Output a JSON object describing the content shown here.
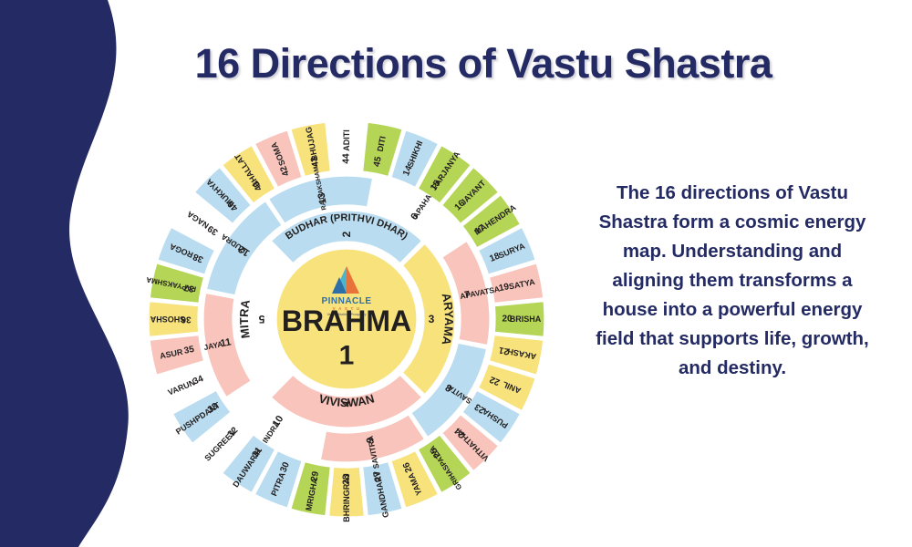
{
  "title": "16 Directions of Vastu Shastra",
  "side_text": "The 16 directions of Vastu Shastra form a cosmic energy map. Understanding and aligning them transforms a house into a powerful energy field that supports life, growth, and destiny.",
  "colors": {
    "navy": "#242a63",
    "yellow": "#f7e27c",
    "blue": "#b9dcf0",
    "pink": "#f8c4bb",
    "green": "#b5d557",
    "white": "#ffffff",
    "text": "#221f1f",
    "page_bg": "#ffffff"
  },
  "logo": {
    "name": "PINNACLE",
    "sub": "V A S T U",
    "tagline": "Vastu, Wealth & Prosperity"
  },
  "chakra": {
    "center": {
      "name": "BRAHMA",
      "number": "1",
      "color": "#f7e27c"
    },
    "ring1": [
      {
        "number": "2",
        "name": "BUDHAR (PRITHVI DHAR)",
        "color": "#b9dcf0"
      },
      {
        "number": "3",
        "name": "ARYAMA",
        "color": "#f7e27c"
      },
      {
        "number": "4",
        "name": "VIVISWAN",
        "color": "#f8c4bb"
      },
      {
        "number": "5",
        "name": "MITRA",
        "color": "#ffffff"
      }
    ],
    "ring2": [
      {
        "number": "6",
        "name": "APAHA",
        "color": "#ffffff"
      },
      {
        "number": "7",
        "name": "APAVATSA",
        "color": "#f8c4bb"
      },
      {
        "number": "8",
        "name": "SAVITA",
        "color": "#b9dcf0"
      },
      {
        "number": "9",
        "name": "SAVITRA",
        "color": "#f8c4bb"
      },
      {
        "number": "10",
        "name": "INDRA",
        "color": "#ffffff"
      },
      {
        "number": "11",
        "name": "JAYA",
        "color": "#f8c4bb"
      },
      {
        "number": "12",
        "name": "RUDRA",
        "color": "#b9dcf0"
      },
      {
        "number": "13",
        "name": "RAJYAKSHAMA",
        "color": "#b9dcf0"
      }
    ],
    "ring3": [
      {
        "number": "14",
        "name": "SHIKHI",
        "color": "#b9dcf0"
      },
      {
        "number": "15",
        "name": "PARJANYA",
        "color": "#b5d557"
      },
      {
        "number": "16",
        "name": "JAYANT",
        "color": "#b5d557"
      },
      {
        "number": "17",
        "name": "MAHENDRA",
        "color": "#b5d557"
      },
      {
        "number": "18",
        "name": "SURYA",
        "color": "#b9dcf0"
      },
      {
        "number": "19",
        "name": "SATYA",
        "color": "#f8c4bb"
      },
      {
        "number": "20",
        "name": "BRISHA",
        "color": "#b5d557"
      },
      {
        "number": "21",
        "name": "AKASH",
        "color": "#f7e27c"
      },
      {
        "number": "22",
        "name": "ANIL",
        "color": "#f7e27c"
      },
      {
        "number": "23",
        "name": "PUSHA",
        "color": "#b9dcf0"
      },
      {
        "number": "24",
        "name": "VITHATHA",
        "color": "#f8c4bb"
      },
      {
        "number": "25",
        "name": "GRIHASPATYA",
        "color": "#b5d557"
      },
      {
        "number": "26",
        "name": "YAMA",
        "color": "#f7e27c"
      },
      {
        "number": "27",
        "name": "GANDHARV",
        "color": "#b9dcf0"
      },
      {
        "number": "28",
        "name": "BHRINGRAJ",
        "color": "#f7e27c"
      },
      {
        "number": "29",
        "name": "MRIGHA",
        "color": "#b5d557"
      },
      {
        "number": "30",
        "name": "PITRA",
        "color": "#b9dcf0"
      },
      {
        "number": "31",
        "name": "DAUWARIK",
        "color": "#b9dcf0"
      },
      {
        "number": "32",
        "name": "SUGREEV",
        "color": "#ffffff"
      },
      {
        "number": "33",
        "name": "PUSHPDANT",
        "color": "#b9dcf0"
      },
      {
        "number": "34",
        "name": "VARUN",
        "color": "#ffffff"
      },
      {
        "number": "35",
        "name": "ASUR",
        "color": "#f8c4bb"
      },
      {
        "number": "36",
        "name": "SHOSHA",
        "color": "#f7e27c"
      },
      {
        "number": "37",
        "name": "PAPYAKSHMA",
        "color": "#b5d557"
      },
      {
        "number": "38",
        "name": "ROGA",
        "color": "#b9dcf0"
      },
      {
        "number": "39",
        "name": "NAGA",
        "color": "#ffffff"
      },
      {
        "number": "40",
        "name": "MUKHYA",
        "color": "#b9dcf0"
      },
      {
        "number": "41",
        "name": "BHALLAT",
        "color": "#f7e27c"
      },
      {
        "number": "42",
        "name": "SOMA",
        "color": "#f8c4bb"
      },
      {
        "number": "43",
        "name": "BHUJAG",
        "color": "#f7e27c"
      },
      {
        "number": "44",
        "name": "ADITI",
        "color": "#ffffff"
      },
      {
        "number": "45",
        "name": "DITI",
        "color": "#b5d557"
      }
    ]
  }
}
